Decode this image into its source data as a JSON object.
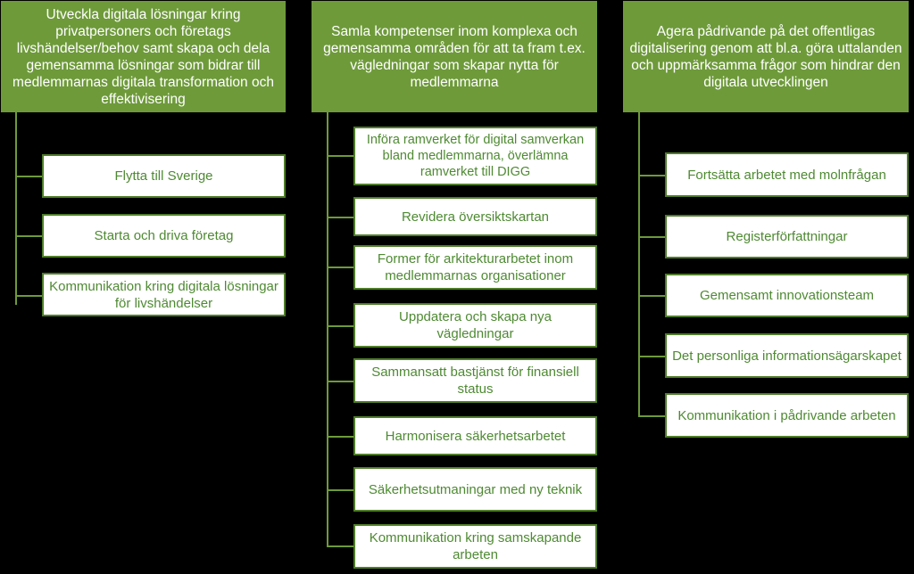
{
  "columns": [
    {
      "header": "Utveckla digitala lösningar kring privatpersoners och företags livshändelser/behov samt skapa och dela gemensamma lösningar som bidrar till medlemmarnas digitala transformation och effektivisering",
      "items": [
        "Flytta till Sverige",
        "Starta och driva företag",
        "Kommunikation kring digitala lösningar för livshändelser"
      ]
    },
    {
      "header": "Samla kompetenser inom komplexa och gemensamma områden för att ta fram t.ex. vägledningar som skapar nytta för medlemmarna",
      "items": [
        "Införa ramverket för digital samverkan bland medlemmarna, överlämna ramverket till DIGG",
        "Revidera översiktskartan",
        "Former för arkitekturarbetet inom medlemmarnas organisationer",
        "Uppdatera och skapa nya vägledningar",
        "Sammansatt bastjänst för finansiell status",
        "Harmonisera säkerhetsarbetet",
        "Säkerhetsutmaningar med ny teknik",
        "Kommunikation kring samskapande arbeten"
      ]
    },
    {
      "header": "Agera pådrivande på det offentligas digitalisering genom att bl.a. göra uttalanden och uppmärksamma frågor som hindrar den digitala utvecklingen",
      "items": [
        "Fortsätta arbetet med molnfrågan",
        "Registerförfattningar",
        "Gemensamt innovationsteam",
        "Det personliga informationsägarskapet",
        "Kommunikation i pådrivande arbeten"
      ]
    }
  ]
}
